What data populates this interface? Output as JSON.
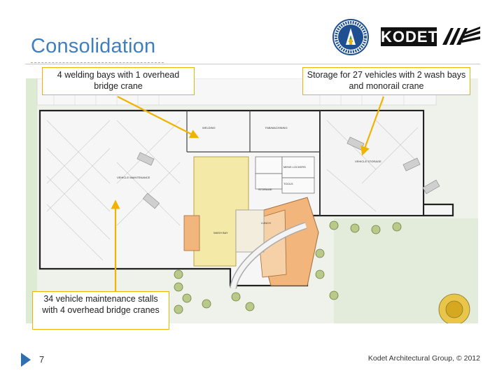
{
  "slide": {
    "title": "Consolidation",
    "page_number": "7",
    "credit": "Kodet Architectural Group, © 2012"
  },
  "logos": {
    "kodet_text": "KODET",
    "seal_icon": "mndot-seal-icon",
    "mark_icon": "kodet-mark-icon"
  },
  "callouts": {
    "welding": "4 welding bays with 1 overhead bridge crane",
    "storage": "Storage for 27 vehicles with 2 wash bays and monorail crane",
    "maintenance": "34 vehicle maintenance stalls with 4 overhead bridge cranes"
  },
  "plan": {
    "labels": {
      "vehicle_maintenance": "VEHICLE MAINTENANCE",
      "welding": "WELDING",
      "fabrication": "FAB/MACHINING",
      "vehicle_storage": "VEHICLE STORAGE",
      "lunch": "LUNCH",
      "wash_bay": "WASH BAY",
      "mens_lockers": "MENS LOCKERS",
      "tools": "TOOLS",
      "storage": "STORAGE"
    }
  },
  "colors": {
    "title": "#3f7fbf",
    "callout_border": "#f0b400",
    "arrow": "#f0b400",
    "yellow_zone": "#f4e9a6",
    "orange_zone": "#f2b57c",
    "grass": "#dcebd2"
  }
}
